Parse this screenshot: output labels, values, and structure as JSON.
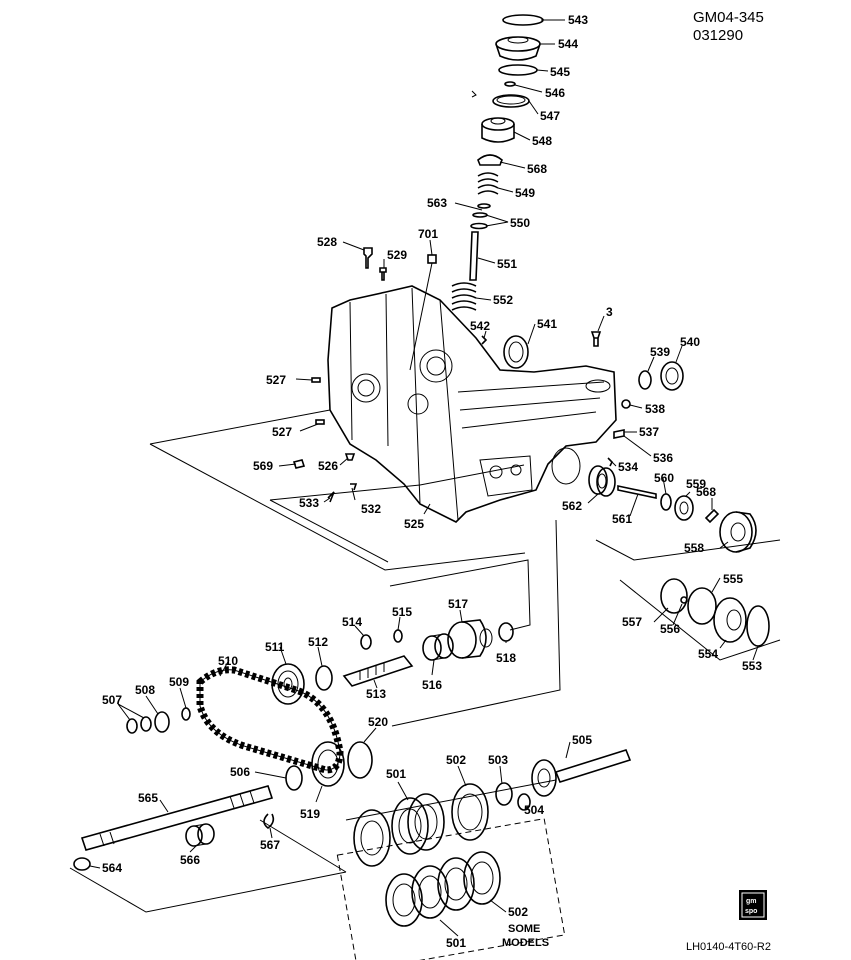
{
  "header": {
    "code": "GM04-345",
    "date": "031290"
  },
  "footer": {
    "drawing_id": "LH0140-4T60-R2"
  },
  "logo": {
    "line1": "gm",
    "line2": "spo"
  },
  "note": {
    "line1": "SOME",
    "line2": "MODELS"
  },
  "callouts": [
    "543",
    "544",
    "545",
    "546",
    "547",
    "548",
    "568",
    "549",
    "563",
    "550",
    "551",
    "552",
    "528",
    "529",
    "701",
    "542",
    "541",
    "3",
    "539",
    "540",
    "538",
    "537",
    "536",
    "534",
    "527",
    "527",
    "526",
    "569",
    "533",
    "532",
    "525",
    "562",
    "561",
    "560",
    "559",
    "568",
    "558",
    "555",
    "557",
    "556",
    "554",
    "553",
    "510",
    "511",
    "512",
    "514",
    "515",
    "517",
    "518",
    "516",
    "513",
    "509",
    "508",
    "507",
    "520",
    "506",
    "519",
    "565",
    "564",
    "566",
    "567",
    "501",
    "502",
    "503",
    "504",
    "505",
    "502",
    "501"
  ]
}
